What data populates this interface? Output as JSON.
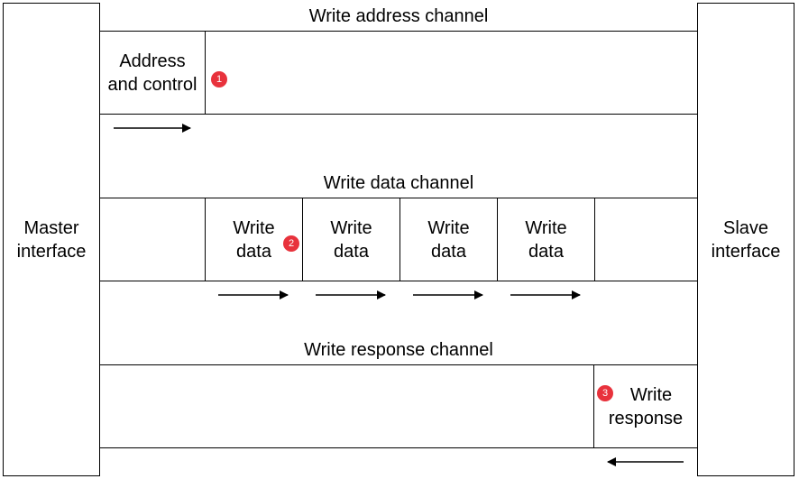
{
  "master": {
    "line1": "Master",
    "line2": "interface"
  },
  "slave": {
    "line1": "Slave",
    "line2": "interface"
  },
  "write_address": {
    "title": "Write address channel",
    "cell_line1": "Address",
    "cell_line2": "and control",
    "badge": "1"
  },
  "write_data": {
    "title": "Write data channel",
    "cells": [
      {
        "line1": "Write",
        "line2": "data"
      },
      {
        "line1": "Write",
        "line2": "data"
      },
      {
        "line1": "Write",
        "line2": "data"
      },
      {
        "line1": "Write",
        "line2": "data"
      }
    ],
    "badge": "2"
  },
  "write_response": {
    "title": "Write response channel",
    "cell_line1": "Write",
    "cell_line2": "response",
    "badge": "3"
  },
  "colors": {
    "badge": "#e8323c",
    "line": "#000000"
  }
}
